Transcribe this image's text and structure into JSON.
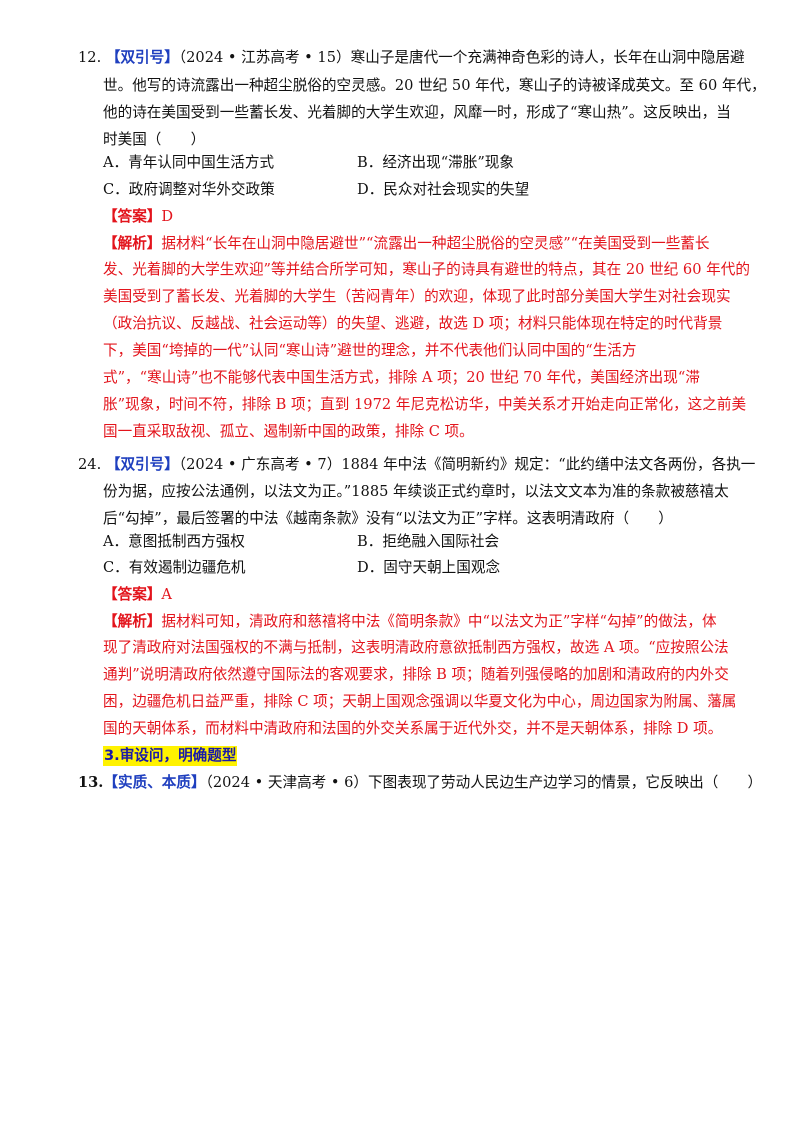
{
  "q12": {
    "number": "12.",
    "tag": "【双引号】",
    "source": "（2024 • 江苏高考 • 15）",
    "stem_lines": [
      "寒山子是唐代一个充满神奇色彩的诗人，长年在山洞中隐居避",
      "世。他写的诗流露出一种超尘脱俗的空灵感。20 世纪 50 年代，寒山子的诗被译成英文。至 60 年代，",
      "他的诗在美国受到一些蓄长发、光着脚的大学生欢迎，风靡一时，形成了“寒山热”。这反映出，当",
      "时美国（　　）"
    ],
    "options": [
      "A．青年认同中国生活方式",
      "B．经济出现“滞胀”现象",
      "C．政府调整对华外交政策",
      "D．民众对社会现实的失望"
    ],
    "answer_label": "【答案】",
    "answer": "D",
    "analysis_label": "【解析】",
    "analysis_lines": [
      "据材料“长年在山洞中隐居避世”“流露出一种超尘脱俗的空灵感”“在美国受到一些蓄长",
      "发、光着脚的大学生欢迎”等并结合所学可知，寒山子的诗具有避世的特点，其在 20 世纪 60 年代的",
      "美国受到了蓄长发、光着脚的大学生（苦闷青年）的欢迎，体现了此时部分美国大学生对社会现实",
      "（政治抗议、反越战、社会运动等）的失望、逃避，故选 D 项；材料只能体现在特定的时代背景",
      "下，美国“垮掉的一代”认同“寒山诗”避世的理念，并不代表他们认同中国的“生活方",
      "式”，“寒山诗”也不能够代表中国生活方式，排除 A 项；20 世纪 70 年代，美国经济出现“滞",
      "胀”现象，时间不符，排除 B 项；直到 1972 年尼克松访华，中美关系才开始走向正常化，这之前美",
      "国一直采取敌视、孤立、遏制新中国的政策，排除 C 项。"
    ]
  },
  "q24": {
    "number": "24.",
    "tag": "【双引号】",
    "source": "（2024 • 广东高考 • 7）",
    "stem_lines": [
      "1884 年中法《简明新约》规定：“此约缮中法文各两份，各执一",
      "份为据，应按公法通例，以法文为正。”1885 年续谈正式约章时，以法文文本为准的条款被慈禧太",
      "后“勾掉”，最后签署的中法《越南条款》没有“以法文为正”字样。这表明清政府（　　）"
    ],
    "options": [
      "A．意图抵制西方强权",
      "B．拒绝融入国际社会",
      "C．有效遏制边疆危机",
      "D．固守天朝上国观念"
    ],
    "answer_label": "【答案】",
    "answer": "A",
    "analysis_label": "【解析】",
    "analysis_lines": [
      "据材料可知，清政府和慈禧将中法《简明条款》中“以法文为正”字样“勾掉”的做法，体",
      "现了清政府对法国强权的不满与抵制，这表明清政府意欲抵制西方强权，故选 A 项。“应按照公法",
      "通判”说明清政府依然遵守国际法的客观要求，排除 B 项；随着列强侵略的加剧和清政府的内外交",
      "困，边疆危机日益严重，排除 C 项；天朝上国观念强调以华夏文化为中心，周边国家为附属、藩属",
      "国的天朝体系，而材料中清政府和法国的外交关系属于近代外交，并不是天朝体系，排除 D 项。"
    ]
  },
  "section3": {
    "title": "3.审设问，明确题型"
  },
  "q13": {
    "number": "13.",
    "tag": "【实质、本质】",
    "source": "（2024 • 天津高考 • 6）",
    "stem": "下图表现了劳动人民边生产边学习的情景，它反映出（　　）"
  }
}
